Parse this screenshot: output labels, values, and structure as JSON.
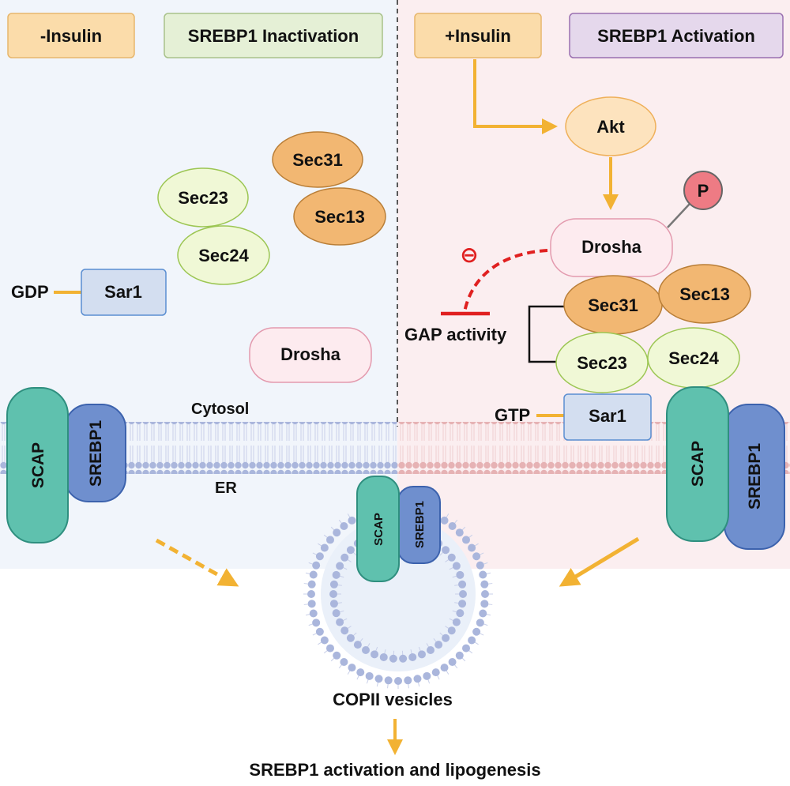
{
  "colors": {
    "left_bg": "#f1f5fb",
    "right_bg": "#fbeef0",
    "membrane_left": "#aab6dc",
    "membrane_right": "#e6b2b4",
    "arrow": "#f2b233",
    "inhibit": "#e02020",
    "scap": "#5fc1ae",
    "srebp1": "#6f8fce",
    "sec31": "#f2b772",
    "sec23": "#f0f8d6",
    "sar1": "#d3def0",
    "drosha": "#fdebef",
    "akt": "#fde3be",
    "phospho": "#ee7b84"
  },
  "left_panel": {
    "condition_label": "-Insulin",
    "state_label": "SREBP1 Inactivation",
    "sec31": "Sec31",
    "sec13": "Sec13",
    "sec23": "Sec23",
    "sec24": "Sec24",
    "gdp": "GDP",
    "sar1": "Sar1",
    "drosha": "Drosha",
    "cytosol": "Cytosol",
    "er": "ER",
    "scap": "SCAP",
    "srebp1": "SREBP1"
  },
  "right_panel": {
    "condition_label": "+Insulin",
    "state_label": "SREBP1 Activation",
    "akt": "Akt",
    "phospho": "P",
    "drosha": "Drosha",
    "inhibit_symbol": "⊖",
    "gap_activity": "GAP activity",
    "sec31": "Sec31",
    "sec13": "Sec13",
    "sec23": "Sec23",
    "sec24": "Sec24",
    "gtp": "GTP",
    "sar1": "Sar1",
    "scap": "SCAP",
    "srebp1": "SREBP1"
  },
  "vesicle": {
    "scap": "SCAP",
    "srebp1": "SREBP1",
    "label": "COPII vesicles"
  },
  "bottom_label": "SREBP1 activation and lipogenesis"
}
